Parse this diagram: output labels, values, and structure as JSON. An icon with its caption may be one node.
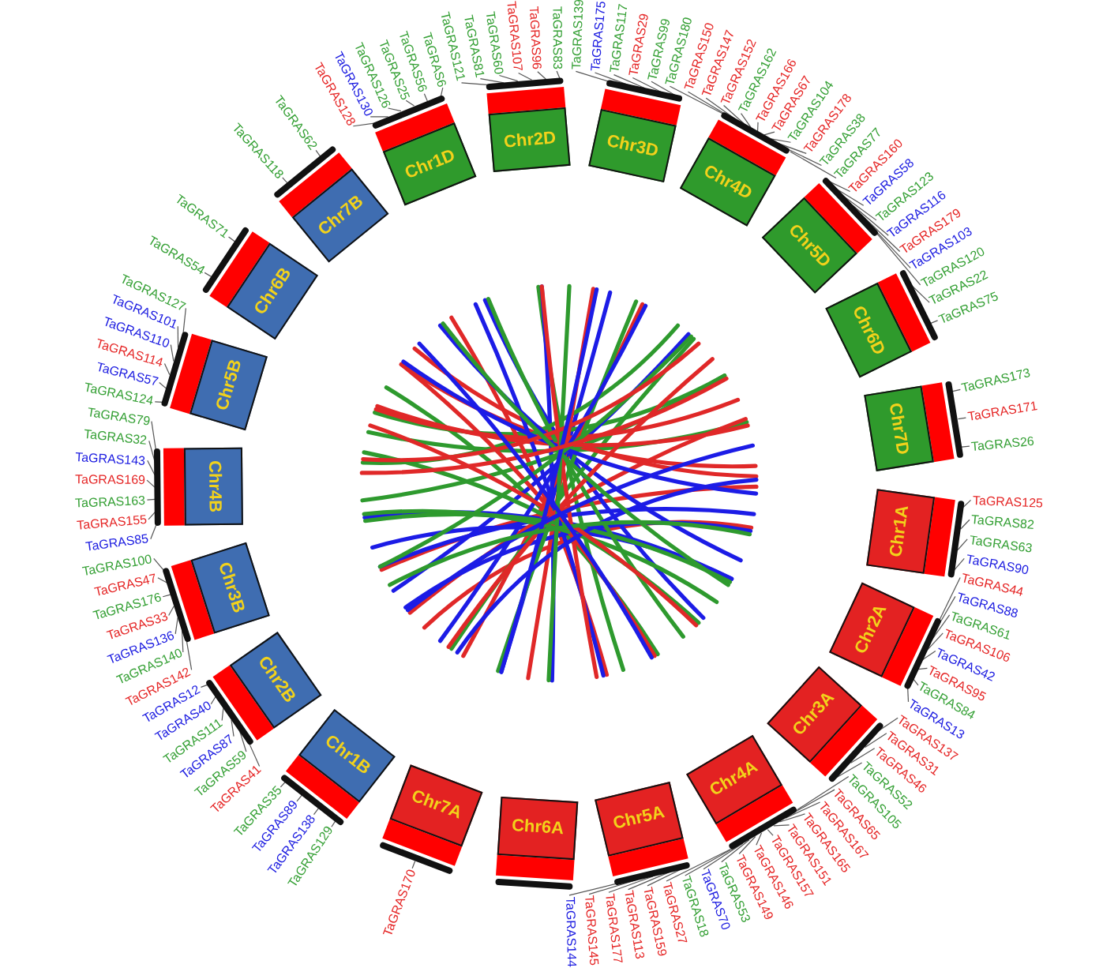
{
  "diagram": {
    "nodes": [
      {
        "text": [
          "Chr1A"
        ]
      },
      {
        "text": [
          "Chr2A"
        ]
      },
      {
        "text": [
          "Chr3A"
        ]
      },
      {
        "text": [
          "Chr4A"
        ]
      },
      {
        "text": [
          "Chr5A"
        ]
      },
      {
        "text": [
          "Chr6A"
        ]
      },
      {
        "text": [
          "Chr7A"
        ]
      },
      {
        "text": [
          "Chr1B"
        ]
      },
      {
        "text": [
          "Chr2B"
        ]
      },
      {
        "text": [
          "Chr3B"
        ]
      },
      {
        "text": [
          "Chr4B"
        ]
      },
      {
        "text": [
          "Chr5B"
        ]
      },
      {
        "text": [
          "Chr6B"
        ]
      },
      {
        "text": [
          "Chr7B"
        ]
      },
      {
        "text": [
          "Chr1D"
        ]
      },
      {
        "text": [
          "Chr2D"
        ]
      },
      {
        "text": [
          "Chr3D"
        ]
      },
      {
        "text": [
          "Chr4D"
        ]
      },
      {
        "text": [
          "Chr5D"
        ]
      },
      {
        "text": [
          "Chr6D"
        ]
      },
      {
        "text": [
          "Chr7D"
        ]
      },
      {
        "text": [
          "TaGRAS125"
        ]
      },
      {
        "text": [
          "TaGRAS82"
        ]
      },
      {
        "text": [
          "TaGRAS63"
        ]
      },
      {
        "text": [
          "TaGRAS90"
        ]
      },
      {
        "text": [
          "TaGRAS44"
        ]
      },
      {
        "text": [
          "TaGRAS88"
        ]
      },
      {
        "text": [
          "TaGRAS61"
        ]
      },
      {
        "text": [
          "TaGRAS106"
        ]
      },
      {
        "text": [
          "TaGRAS42"
        ]
      },
      {
        "text": [
          "TaGRAS95"
        ]
      },
      {
        "text": [
          "TaGRAS84"
        ]
      },
      {
        "text": [
          "TaGRAS13"
        ]
      },
      {
        "text": [
          "TaGRAS137"
        ]
      },
      {
        "text": [
          "TaGRAS31"
        ]
      },
      {
        "text": [
          "TaGRAS46"
        ]
      },
      {
        "text": [
          "TaGRAS52"
        ]
      },
      {
        "text": [
          "TaGRAS105"
        ]
      },
      {
        "text": [
          "TaGRAS65"
        ]
      },
      {
        "text": [
          "TaGRAS167"
        ]
      },
      {
        "text": [
          "TaGRAS165"
        ]
      },
      {
        "text": [
          "TaGRAS151"
        ]
      },
      {
        "text": [
          "TaGRAS157"
        ]
      },
      {
        "text": [
          "TaGRAS146"
        ]
      },
      {
        "text": [
          "TaGRAS149"
        ]
      },
      {
        "text": [
          "TaGRAS53"
        ]
      },
      {
        "text": [
          "TaGRAS70"
        ]
      },
      {
        "text": [
          "TaGRAS18"
        ]
      },
      {
        "text": [
          "TaGRAS27"
        ]
      },
      {
        "text": [
          "TaGRAS159"
        ]
      },
      {
        "text": [
          "TaGRAS113"
        ]
      },
      {
        "text": [
          "TaGRAS177"
        ]
      },
      {
        "text": [
          "TaGRAS145"
        ]
      },
      {
        "text": [
          "TaGRAS144"
        ]
      },
      {
        "text": [
          "TaGRAS170"
        ]
      },
      {
        "text": [
          "TaGRAS129"
        ]
      },
      {
        "text": [
          "TaGRAS138"
        ]
      },
      {
        "text": [
          "TaGRAS89"
        ]
      },
      {
        "text": [
          "TaGRAS35"
        ]
      },
      {
        "text": [
          "TaGRAS41"
        ]
      },
      {
        "text": [
          "TaGRAS59"
        ]
      },
      {
        "text": [
          "TaGRAS87"
        ]
      },
      {
        "text": [
          "TaGRAS111"
        ]
      },
      {
        "text": [
          "TaGRAS40"
        ]
      },
      {
        "text": [
          "TaGRAS12"
        ]
      },
      {
        "text": [
          "TaGRAS142"
        ]
      },
      {
        "text": [
          "TaGRAS140"
        ]
      },
      {
        "text": [
          "TaGRAS136"
        ]
      },
      {
        "text": [
          "TaGRAS33"
        ]
      },
      {
        "text": [
          "TaGRAS176"
        ]
      },
      {
        "text": [
          "TaGRAS47"
        ]
      },
      {
        "text": [
          "TaGRAS100"
        ]
      },
      {
        "text": [
          "TaGRAS85"
        ]
      },
      {
        "text": [
          "TaGRAS155"
        ]
      },
      {
        "text": [
          "TaGRAS163"
        ]
      },
      {
        "text": [
          "TaGRAS169"
        ]
      },
      {
        "text": [
          "TaGRAS143"
        ]
      },
      {
        "text": [
          "TaGRAS32"
        ]
      },
      {
        "text": [
          "TaGRAS79"
        ]
      },
      {
        "text": [
          "TaGRAS124"
        ]
      },
      {
        "text": [
          "TaGRAS57"
        ]
      },
      {
        "text": [
          "TaGRAS114"
        ]
      },
      {
        "text": [
          "TaGRAS110"
        ]
      },
      {
        "text": [
          "TaGRAS101"
        ]
      },
      {
        "text": [
          "TaGRAS127"
        ]
      },
      {
        "text": [
          "TaGRAS54"
        ]
      },
      {
        "text": [
          "TaGRAS71"
        ]
      },
      {
        "text": [
          "TaGRAS118"
        ]
      },
      {
        "text": [
          "TaGRAS62"
        ]
      },
      {
        "text": [
          "TaGRAS128"
        ]
      },
      {
        "text": [
          "TaGRAS130"
        ]
      },
      {
        "text": [
          "TaGRAS126"
        ]
      },
      {
        "text": [
          "TaGRAS25"
        ]
      },
      {
        "text": [
          "TaGRAS56"
        ]
      },
      {
        "text": [
          "TaGRAS6"
        ]
      },
      {
        "text": [
          "TaGRAS121"
        ]
      },
      {
        "text": [
          "TaGRAS81"
        ]
      },
      {
        "text": [
          "TaGRAS60"
        ]
      },
      {
        "text": [
          "TaGRAS107"
        ]
      },
      {
        "text": [
          "TaGRAS96"
        ]
      },
      {
        "text": [
          "TaGRAS83"
        ]
      },
      {
        "text": [
          "TaGRAS139"
        ]
      },
      {
        "text": [
          "TaGRAS175"
        ]
      },
      {
        "text": [
          "TaGRAS117"
        ]
      },
      {
        "text": [
          "TaGRAS29"
        ]
      },
      {
        "text": [
          "TaGRAS99"
        ]
      },
      {
        "text": [
          "TaGRAS180"
        ]
      },
      {
        "text": [
          "TaGRAS150"
        ]
      },
      {
        "text": [
          "TaGRAS147"
        ]
      },
      {
        "text": [
          "TaGRAS152"
        ]
      },
      {
        "text": [
          "TaGRAS162"
        ]
      },
      {
        "text": [
          "TaGRAS166"
        ]
      },
      {
        "text": [
          "TaGRAS67"
        ]
      },
      {
        "text": [
          "TaGRAS104"
        ]
      },
      {
        "text": [
          "TaGRAS178"
        ]
      },
      {
        "text": [
          "TaGRAS38"
        ]
      },
      {
        "text": [
          "TaGRAS77"
        ]
      },
      {
        "text": [
          "TaGRAS160"
        ]
      },
      {
        "text": [
          "TaGRAS58"
        ]
      },
      {
        "text": [
          "TaGRAS123"
        ]
      },
      {
        "text": [
          "TaGRAS116"
        ]
      },
      {
        "text": [
          "TaGRAS179"
        ]
      },
      {
        "text": [
          "TaGRAS103"
        ]
      },
      {
        "text": [
          "TaGRAS120"
        ]
      },
      {
        "text": [
          "TaGRAS22"
        ]
      },
      {
        "text": [
          "TaGRAS75"
        ]
      },
      {
        "text": [
          "TaGRAS173"
        ]
      },
      {
        "text": [
          "TaGRAS171"
        ]
      },
      {
        "text": [
          "TaGRAS26"
        ]
      }
    ],
    "edges": [
      {
        "from": 21,
        "to": 0,
        "arrow": "none"
      },
      {
        "from": 22,
        "to": 0,
        "arrow": "none"
      },
      {
        "from": 23,
        "to": 0,
        "arrow": "none"
      },
      {
        "from": 24,
        "to": 0,
        "arrow": "none"
      },
      {
        "from": 25,
        "to": 1,
        "arrow": "none"
      },
      {
        "from": 26,
        "to": 1,
        "arrow": "none"
      },
      {
        "from": 27,
        "to": 1,
        "arrow": "none"
      },
      {
        "from": 28,
        "to": 1,
        "arrow": "none"
      },
      {
        "from": 29,
        "to": 1,
        "arrow": "none"
      },
      {
        "from": 30,
        "to": 1,
        "arrow": "none"
      },
      {
        "from": 31,
        "to": 1,
        "arrow": "none"
      },
      {
        "from": 32,
        "to": 1,
        "arrow": "none"
      },
      {
        "from": 33,
        "to": 2,
        "arrow": "none"
      },
      {
        "from": 34,
        "to": 2,
        "arrow": "none"
      },
      {
        "from": 35,
        "to": 2,
        "arrow": "none"
      },
      {
        "from": 36,
        "to": 2,
        "arrow": "none"
      },
      {
        "from": 37,
        "to": 3,
        "arrow": "none"
      },
      {
        "from": 38,
        "to": 3,
        "arrow": "none"
      },
      {
        "from": 39,
        "to": 3,
        "arrow": "none"
      },
      {
        "from": 40,
        "to": 3,
        "arrow": "none"
      },
      {
        "from": 41,
        "to": 3,
        "arrow": "none"
      },
      {
        "from": 42,
        "to": 3,
        "arrow": "none"
      },
      {
        "from": 43,
        "to": 3,
        "arrow": "none"
      },
      {
        "from": 44,
        "to": 3,
        "arrow": "none"
      },
      {
        "from": 45,
        "to": 3,
        "arrow": "none"
      },
      {
        "from": 46,
        "to": 3,
        "arrow": "none"
      },
      {
        "from": 47,
        "to": 3,
        "arrow": "none"
      },
      {
        "from": 48,
        "to": 3,
        "arrow": "none"
      },
      {
        "from": 49,
        "to": 4,
        "arrow": "none"
      },
      {
        "from": 50,
        "to": 4,
        "arrow": "none"
      },
      {
        "from": 51,
        "to": 4,
        "arrow": "none"
      },
      {
        "from": 52,
        "to": 4,
        "arrow": "none"
      },
      {
        "from": 53,
        "to": 4,
        "arrow": "none"
      },
      {
        "from": 54,
        "to": 6,
        "arrow": "none"
      },
      {
        "from": 55,
        "to": 7,
        "arrow": "none"
      },
      {
        "from": 56,
        "to": 7,
        "arrow": "none"
      },
      {
        "from": 57,
        "to": 7,
        "arrow": "none"
      },
      {
        "from": 58,
        "to": 7,
        "arrow": "none"
      },
      {
        "from": 59,
        "to": 8,
        "arrow": "none"
      },
      {
        "from": 60,
        "to": 8,
        "arrow": "none"
      },
      {
        "from": 61,
        "to": 8,
        "arrow": "none"
      },
      {
        "from": 62,
        "to": 8,
        "arrow": "none"
      },
      {
        "from": 63,
        "to": 8,
        "arrow": "none"
      },
      {
        "from": 64,
        "to": 8,
        "arrow": "none"
      },
      {
        "from": 65,
        "to": 9,
        "arrow": "none"
      },
      {
        "from": 66,
        "to": 9,
        "arrow": "none"
      },
      {
        "from": 67,
        "to": 9,
        "arrow": "none"
      },
      {
        "from": 68,
        "to": 9,
        "arrow": "none"
      },
      {
        "from": 69,
        "to": 9,
        "arrow": "none"
      },
      {
        "from": 70,
        "to": 9,
        "arrow": "none"
      },
      {
        "from": 71,
        "to": 9,
        "arrow": "none"
      },
      {
        "from": 72,
        "to": 10,
        "arrow": "none"
      },
      {
        "from": 73,
        "to": 10,
        "arrow": "none"
      },
      {
        "from": 74,
        "to": 10,
        "arrow": "none"
      },
      {
        "from": 75,
        "to": 10,
        "arrow": "none"
      },
      {
        "from": 76,
        "to": 10,
        "arrow": "none"
      },
      {
        "from": 77,
        "to": 10,
        "arrow": "none"
      },
      {
        "from": 78,
        "to": 10,
        "arrow": "none"
      },
      {
        "from": 79,
        "to": 11,
        "arrow": "none"
      },
      {
        "from": 80,
        "to": 11,
        "arrow": "none"
      },
      {
        "from": 81,
        "to": 11,
        "arrow": "none"
      },
      {
        "from": 82,
        "to": 11,
        "arrow": "none"
      },
      {
        "from": 83,
        "to": 11,
        "arrow": "none"
      },
      {
        "from": 84,
        "to": 11,
        "arrow": "none"
      },
      {
        "from": 85,
        "to": 12,
        "arrow": "none"
      },
      {
        "from": 86,
        "to": 12,
        "arrow": "none"
      },
      {
        "from": 87,
        "to": 13,
        "arrow": "none"
      },
      {
        "from": 88,
        "to": 13,
        "arrow": "none"
      },
      {
        "from": 89,
        "to": 14,
        "arrow": "none"
      },
      {
        "from": 90,
        "to": 14,
        "arrow": "none"
      },
      {
        "from": 91,
        "to": 14,
        "arrow": "none"
      },
      {
        "from": 92,
        "to": 14,
        "arrow": "none"
      },
      {
        "from": 93,
        "to": 14,
        "arrow": "none"
      },
      {
        "from": 94,
        "to": 14,
        "arrow": "none"
      },
      {
        "from": 95,
        "to": 15,
        "arrow": "none"
      },
      {
        "from": 96,
        "to": 15,
        "arrow": "none"
      },
      {
        "from": 97,
        "to": 15,
        "arrow": "none"
      },
      {
        "from": 98,
        "to": 15,
        "arrow": "none"
      },
      {
        "from": 99,
        "to": 15,
        "arrow": "none"
      },
      {
        "from": 100,
        "to": 15,
        "arrow": "none"
      },
      {
        "from": 101,
        "to": 16,
        "arrow": "none"
      },
      {
        "from": 102,
        "to": 16,
        "arrow": "none"
      },
      {
        "from": 103,
        "to": 16,
        "arrow": "none"
      },
      {
        "from": 104,
        "to": 16,
        "arrow": "none"
      },
      {
        "from": 105,
        "to": 16,
        "arrow": "none"
      },
      {
        "from": 106,
        "to": 17,
        "arrow": "none"
      },
      {
        "from": 107,
        "to": 17,
        "arrow": "none"
      },
      {
        "from": 108,
        "to": 17,
        "arrow": "none"
      },
      {
        "from": 109,
        "to": 17,
        "arrow": "none"
      },
      {
        "from": 110,
        "to": 17,
        "arrow": "none"
      },
      {
        "from": 111,
        "to": 17,
        "arrow": "none"
      },
      {
        "from": 112,
        "to": 17,
        "arrow": "none"
      },
      {
        "from": 113,
        "to": 17,
        "arrow": "none"
      },
      {
        "from": 114,
        "to": 17,
        "arrow": "none"
      },
      {
        "from": 115,
        "to": 17,
        "arrow": "none"
      },
      {
        "from": 116,
        "to": 17,
        "arrow": "none"
      },
      {
        "from": 117,
        "to": 18,
        "arrow": "none"
      },
      {
        "from": 118,
        "to": 18,
        "arrow": "none"
      },
      {
        "from": 119,
        "to": 18,
        "arrow": "none"
      },
      {
        "from": 120,
        "to": 18,
        "arrow": "none"
      },
      {
        "from": 121,
        "to": 18,
        "arrow": "none"
      },
      {
        "from": 122,
        "to": 18,
        "arrow": "none"
      },
      {
        "from": 123,
        "to": 18,
        "arrow": "none"
      },
      {
        "from": 124,
        "to": 19,
        "arrow": "none"
      },
      {
        "from": 125,
        "to": 19,
        "arrow": "none"
      },
      {
        "from": 126,
        "to": 20,
        "arrow": "none"
      },
      {
        "from": 127,
        "to": 20,
        "arrow": "none"
      },
      {
        "from": 128,
        "to": 20,
        "arrow": "none"
      }
    ]
  }
}
